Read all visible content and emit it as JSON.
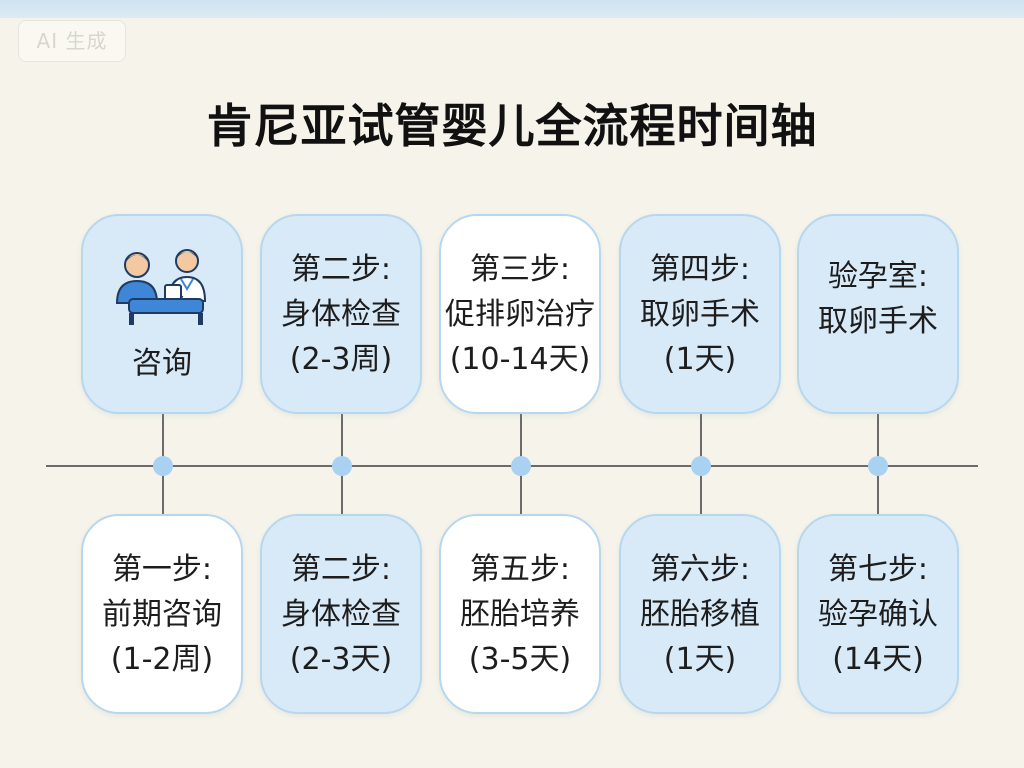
{
  "watermark": "AI 生成",
  "title": "肯尼亚试管婴儿全流程时间轴",
  "top_row": [
    {
      "lines": [
        "咨询"
      ],
      "icon": "doctor-patient-icon",
      "style": "blue"
    },
    {
      "lines": [
        "第二步:",
        "身体检查",
        "(2-3周)"
      ],
      "style": "blue"
    },
    {
      "lines": [
        "第三步:",
        "促排卵治疗",
        "(10-14天)"
      ],
      "style": "white"
    },
    {
      "lines": [
        "第四步:",
        "取卵手术",
        "(1天)"
      ],
      "style": "blue"
    },
    {
      "lines": [
        "验孕室:",
        "取卵手术"
      ],
      "style": "blue"
    }
  ],
  "bottom_row": [
    {
      "lines": [
        "第一步:",
        "前期咨询",
        "(1-2周)"
      ],
      "style": "white"
    },
    {
      "lines": [
        "第二步:",
        "身体检查",
        "(2-3天)"
      ],
      "style": "blue"
    },
    {
      "lines": [
        "第五步:",
        "胚胎培养",
        "(3-5天)"
      ],
      "style": "white"
    },
    {
      "lines": [
        "第六步:",
        "胚胎移植",
        "(1天)"
      ],
      "style": "blue"
    },
    {
      "lines": [
        "第七步:",
        "验孕确认",
        "(14天)"
      ],
      "style": "blue"
    }
  ],
  "colors": {
    "background": "#f6f4ea",
    "card_blue": "#d8eaf8",
    "card_white": "#ffffff",
    "card_border": "#b7d7ef",
    "node": "#a9d2f2",
    "line": "#6b6b6b"
  }
}
